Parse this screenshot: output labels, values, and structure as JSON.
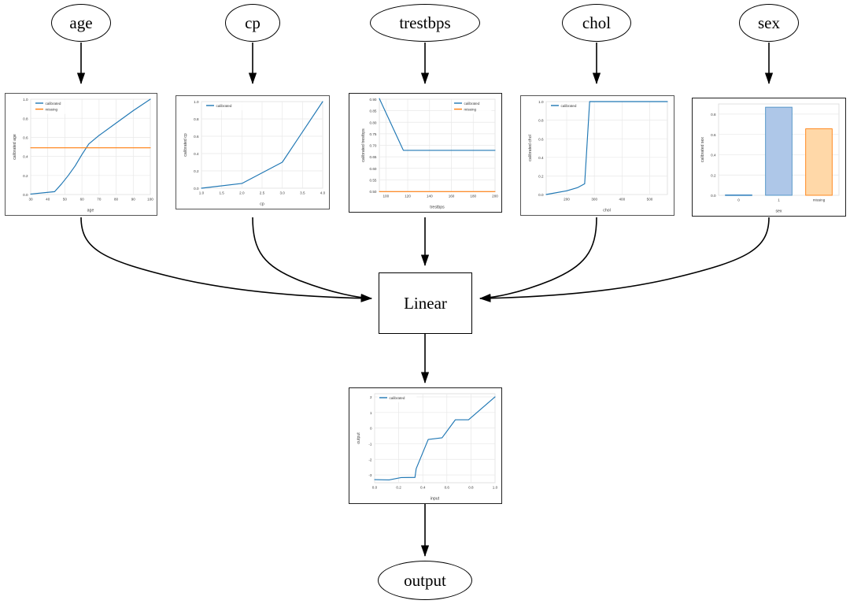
{
  "diagram": {
    "type": "neural-additive-model-graph",
    "orientation": "top-to-bottom",
    "input_nodes": [
      {
        "id": "age",
        "label": "age"
      },
      {
        "id": "cp",
        "label": "cp"
      },
      {
        "id": "trestbps",
        "label": "trestbps"
      },
      {
        "id": "chol",
        "label": "chol"
      },
      {
        "id": "sex",
        "label": "sex"
      }
    ],
    "linear_node": {
      "id": "linear",
      "label": "Linear"
    },
    "output_node": {
      "id": "output",
      "label": "output"
    }
  },
  "legend_labels": {
    "calibrated": "calibrated",
    "missing": "missing"
  },
  "colors": {
    "calibrated": "#1f77b4",
    "missing": "#ff7f0e",
    "bar_blue_face": "#aec7e8",
    "bar_blue_edge": "#4a90c4",
    "bar_orange_face": "#ffd8a8",
    "bar_orange_edge": "#ff7f0e",
    "grid": "#e8e8e8",
    "axis_text": "#3a3a3a",
    "edge": "#000000"
  },
  "chart_data": [
    {
      "id": "age",
      "type": "line",
      "title": "",
      "xlabel": "age",
      "ylabel": "calibrated age",
      "xlim": [
        30,
        100
      ],
      "ylim": [
        0.0,
        1.0
      ],
      "xticks": [
        30,
        40,
        50,
        60,
        70,
        80,
        90,
        100
      ],
      "yticks": [
        0.0,
        0.2,
        0.4,
        0.6,
        0.8,
        1.0
      ],
      "grid": true,
      "legend": [
        "calibrated",
        "missing"
      ],
      "legend_position": "upper left",
      "series": [
        {
          "name": "calibrated",
          "color": "#1f77b4",
          "x": [
            30,
            44,
            48,
            52,
            56,
            60,
            64,
            70,
            80,
            90,
            100
          ],
          "y": [
            0.005,
            0.03,
            0.11,
            0.2,
            0.3,
            0.42,
            0.53,
            0.62,
            0.75,
            0.88,
            1.0
          ]
        },
        {
          "name": "missing",
          "color": "#ff7f0e",
          "x": [
            30,
            100
          ],
          "y": [
            0.49,
            0.49
          ]
        }
      ]
    },
    {
      "id": "cp",
      "type": "line",
      "title": "",
      "xlabel": "cp",
      "ylabel": "calibrated cp",
      "xlim": [
        1.0,
        4.0
      ],
      "ylim": [
        0.0,
        1.0
      ],
      "xticks": [
        1.0,
        1.5,
        2.0,
        2.5,
        3.0,
        3.5,
        4.0
      ],
      "yticks": [
        0.0,
        0.2,
        0.4,
        0.6,
        0.8,
        1.0
      ],
      "grid": true,
      "legend": [
        "calibrated"
      ],
      "legend_position": "upper left",
      "series": [
        {
          "name": "calibrated",
          "color": "#1f77b4",
          "x": [
            1.0,
            2.0,
            3.0,
            4.0
          ],
          "y": [
            0.0,
            0.055,
            0.3,
            1.0
          ]
        }
      ]
    },
    {
      "id": "trestbps",
      "type": "line",
      "title": "",
      "xlabel": "trestbps",
      "ylabel": "calibrated trestbps",
      "xlim": [
        94,
        200
      ],
      "ylim": [
        0.5,
        0.9
      ],
      "xticks": [
        100,
        120,
        140,
        160,
        180,
        200
      ],
      "yticks": [
        0.5,
        0.55,
        0.6,
        0.65,
        0.7,
        0.75,
        0.8,
        0.85,
        0.9
      ],
      "grid": true,
      "legend": [
        "calibrated",
        "missing"
      ],
      "legend_position": "upper right",
      "series": [
        {
          "name": "calibrated",
          "color": "#1f77b4",
          "x": [
            94,
            116,
            200
          ],
          "y": [
            0.903,
            0.678,
            0.678
          ]
        },
        {
          "name": "missing",
          "color": "#ff7f0e",
          "x": [
            94,
            200
          ],
          "y": [
            0.499,
            0.499
          ]
        }
      ]
    },
    {
      "id": "chol",
      "type": "line",
      "title": "",
      "xlabel": "chol",
      "ylabel": "calibrated chol",
      "xlim": [
        126,
        564
      ],
      "ylim": [
        0.0,
        1.0
      ],
      "xticks": [
        200,
        300,
        400,
        500
      ],
      "yticks": [
        0.0,
        0.2,
        0.4,
        0.6,
        0.8,
        1.0
      ],
      "grid": true,
      "legend": [
        "calibrated"
      ],
      "legend_position": "upper left",
      "series": [
        {
          "name": "calibrated",
          "color": "#1f77b4",
          "x": [
            126,
            200,
            240,
            265,
            283,
            564
          ],
          "y": [
            0.0,
            0.04,
            0.075,
            0.115,
            1.0,
            1.0
          ]
        }
      ]
    },
    {
      "id": "sex",
      "type": "bar",
      "title": "",
      "xlabel": "sex",
      "ylabel": "calibrated sex",
      "categories": [
        "0",
        "1",
        "missing"
      ],
      "values": [
        0.005,
        0.868,
        0.655
      ],
      "bar_colors": [
        "#aec7e8",
        "#aec7e8",
        "#ffd8a8"
      ],
      "bar_edge_colors": [
        "#4a90c4",
        "#4a90c4",
        "#ff7f0e"
      ],
      "ylim": [
        0.0,
        0.9
      ],
      "yticks": [
        0.0,
        0.2,
        0.4,
        0.6,
        0.8
      ],
      "grid": true,
      "legend": [],
      "legend_position": "none"
    },
    {
      "id": "output",
      "type": "line",
      "title": "",
      "xlabel": "input",
      "ylabel": "output",
      "xlim": [
        0.0,
        1.0
      ],
      "ylim": [
        -3.5,
        2.2
      ],
      "xticks": [
        0.0,
        0.2,
        0.4,
        0.6,
        0.8,
        1.0
      ],
      "yticks": [
        -3,
        -2,
        -1,
        0,
        1,
        2
      ],
      "grid": true,
      "legend": [
        "calibrated"
      ],
      "legend_position": "upper left",
      "series": [
        {
          "name": "calibrated",
          "color": "#1f77b4",
          "x": [
            0.0,
            0.12,
            0.22,
            0.335,
            0.345,
            0.445,
            0.56,
            0.67,
            0.78,
            1.0
          ],
          "y": [
            -3.3,
            -3.32,
            -3.17,
            -3.16,
            -2.6,
            -0.73,
            -0.62,
            0.53,
            0.53,
            2.0
          ]
        }
      ]
    }
  ]
}
